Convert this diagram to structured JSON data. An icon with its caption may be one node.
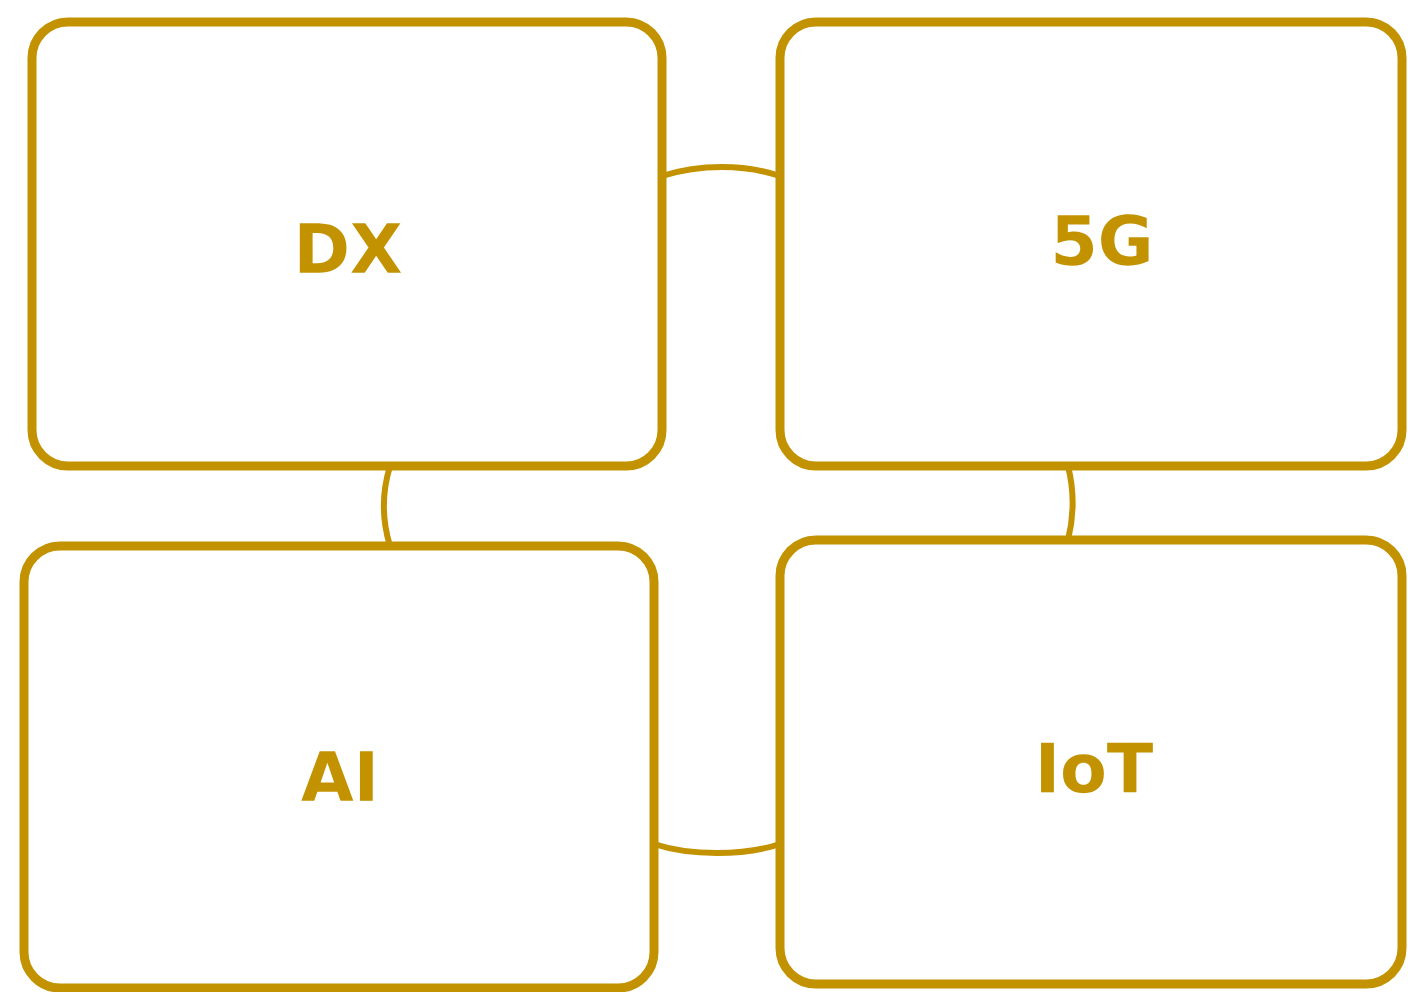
{
  "diagram": {
    "nodes": [
      {
        "text": [
          "DX"
        ]
      },
      {
        "text": [
          "5G"
        ]
      },
      {
        "text": [
          "AI"
        ]
      },
      {
        "text": [
          "IoT"
        ]
      }
    ],
    "edges": [
      {
        "from": 0,
        "to": 1,
        "arrow": "none"
      },
      {
        "from": 0,
        "to": 2,
        "arrow": "none"
      },
      {
        "from": 1,
        "to": 3,
        "arrow": "none"
      },
      {
        "from": 2,
        "to": 3,
        "arrow": "none"
      }
    ]
  }
}
